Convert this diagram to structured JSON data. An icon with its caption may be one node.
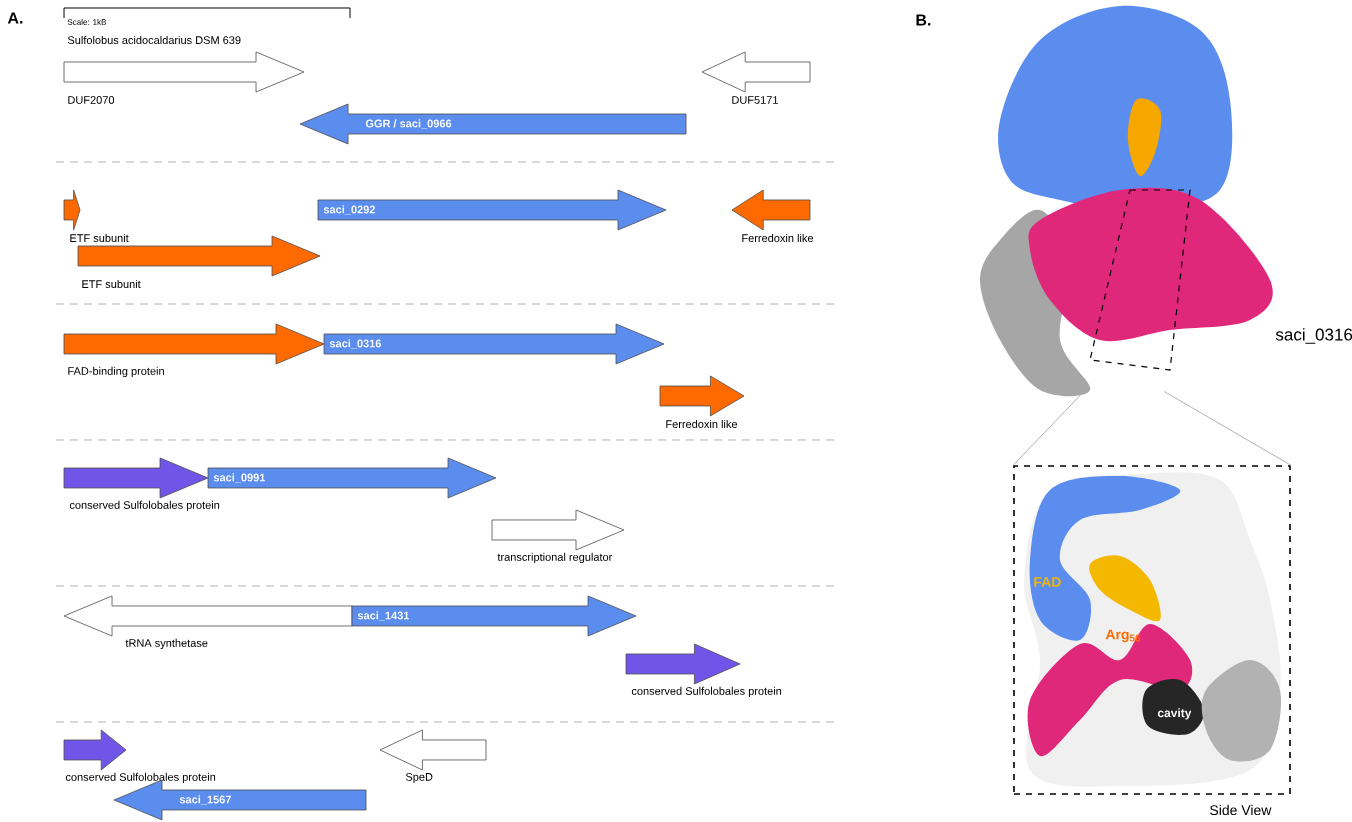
{
  "diagram": {
    "nodes": [
      {
        "text": [
          "DUF2070"
        ]
      },
      {
        "text": [
          "DUF5171"
        ]
      },
      {
        "text": [
          "GGR / saci_0966"
        ]
      },
      {
        "text": [
          "ETF subunit"
        ]
      },
      {
        "text": [
          "saci_0292"
        ]
      },
      {
        "text": [
          "Ferredoxin like"
        ]
      },
      {
        "text": [
          "ETF subunit"
        ]
      },
      {
        "text": [
          "FAD-binding protein"
        ]
      },
      {
        "text": [
          "saci_0316"
        ]
      },
      {
        "text": [
          "Ferredoxin like"
        ]
      },
      {
        "text": [
          "conserved Sulfolobales protein"
        ]
      },
      {
        "text": [
          "saci_0991"
        ]
      },
      {
        "text": [
          "transcriptional regulator"
        ]
      },
      {
        "text": [
          "tRNA synthetase"
        ]
      },
      {
        "text": [
          "saci_1431"
        ]
      },
      {
        "text": [
          "conserved Sulfolobales protein"
        ]
      },
      {
        "text": [
          "conserved Sulfolobales protein"
        ]
      },
      {
        "text": [
          "SpeD"
        ]
      },
      {
        "text": [
          "saci_1567"
        ]
      },
      {
        "text": [],
        "shape": "picture",
        "beside": [
          "saci_0316"
        ]
      },
      {
        "text": [],
        "shape": "picture",
        "beside": [
          "Side View"
        ]
      }
    ],
    "edges": [
      {
        "from": 19,
        "to": 20,
        "arrow": "none"
      },
      {
        "from": 19,
        "to": 20,
        "arrow": "none"
      }
    ],
    "labels": [
      "A.",
      "Scale: 1kB",
      "Sulfolobus acidocaldarius DSM 639",
      "B.",
      "FAD",
      "Arg$_{56}$",
      "cavity"
    ]
  }
}
